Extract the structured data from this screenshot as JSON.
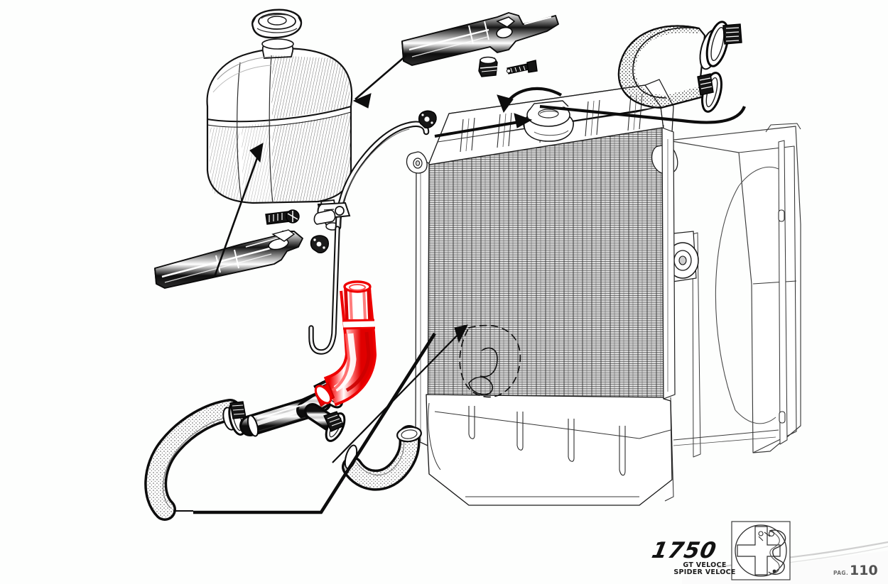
{
  "document": {
    "type": "parts-catalogue-illustration",
    "subject": "Engine cooling system — radiator, expansion tank and hoses",
    "background_color": "#fdfefd",
    "line_color": "#111111",
    "highlight_color": "#ee0000"
  },
  "caption": {
    "model_number": "1750",
    "model_variant_line1": "GT VELOCE",
    "model_variant_line2": "SPIDER VELOCE",
    "page_prefix": "PAG.",
    "page_number": "110",
    "badge_name": "alfa-romeo-badge"
  },
  "parts": [
    {
      "id": "expansion-tank",
      "label": "Expansion tank",
      "highlighted": false
    },
    {
      "id": "expansion-tank-cap",
      "label": "Expansion tank cap",
      "highlighted": false
    },
    {
      "id": "retaining-strap-upper",
      "label": "Expansion tank retaining strap (upper)",
      "highlighted": false
    },
    {
      "id": "retaining-strap-lower",
      "label": "Expansion tank retaining strap (lower)",
      "highlighted": false
    },
    {
      "id": "strap-nut",
      "label": "Nut",
      "highlighted": false
    },
    {
      "id": "strap-bolt",
      "label": "Bolt",
      "highlighted": false
    },
    {
      "id": "overflow-pipe",
      "label": "Overflow pipe",
      "highlighted": false
    },
    {
      "id": "overflow-pipe-bracket",
      "label": "Overflow pipe bracket",
      "highlighted": false
    },
    {
      "id": "radiator",
      "label": "Radiator assembly",
      "highlighted": false
    },
    {
      "id": "radiator-cap",
      "label": "Radiator filler cap",
      "highlighted": false
    },
    {
      "id": "radiator-mount-bush",
      "label": "Radiator mounting bush",
      "highlighted": false
    },
    {
      "id": "fan-shroud",
      "label": "Fan shroud / cowling",
      "highlighted": false
    },
    {
      "id": "upper-radiator-hose",
      "label": "Upper radiator hose (U bend) with clamps",
      "highlighted": false
    },
    {
      "id": "hose-clamp-a",
      "label": "Hose clamp",
      "highlighted": false
    },
    {
      "id": "hose-clamp-b",
      "label": "Hose clamp",
      "highlighted": false
    },
    {
      "id": "highlighted-hose",
      "label": "Bypass / bottom hose (highlighted part)",
      "highlighted": true
    },
    {
      "id": "water-pipe-tee",
      "label": "Water pipe tee-piece",
      "highlighted": false
    },
    {
      "id": "lower-hose-left",
      "label": "Lower hose, left",
      "highlighted": false
    },
    {
      "id": "lower-hose-right",
      "label": "Lower hose, right",
      "highlighted": false
    }
  ],
  "annotations": [
    {
      "id": "leader-tank",
      "label": "Leader line to expansion tank",
      "style": "arrow"
    },
    {
      "id": "leader-strap-upper",
      "label": "Leader line to upper strap",
      "style": "arrow"
    },
    {
      "id": "leader-strap-lower",
      "label": "Leader line to lower strap",
      "style": "arrow"
    },
    {
      "id": "leader-radiator-cap",
      "label": "Leader line to radiator cap",
      "style": "arrow"
    },
    {
      "id": "leader-hidden-detail",
      "label": "Leader line to hidden detail circle",
      "style": "arrow"
    },
    {
      "id": "hidden-detail-circle",
      "label": "Hidden detail indication",
      "style": "dashed"
    },
    {
      "id": "leader-upper-hose",
      "label": "Leader line to upper hose",
      "style": "plain"
    },
    {
      "id": "leader-lower-hoses",
      "label": "Leader line to lower hose group",
      "style": "plain"
    }
  ]
}
